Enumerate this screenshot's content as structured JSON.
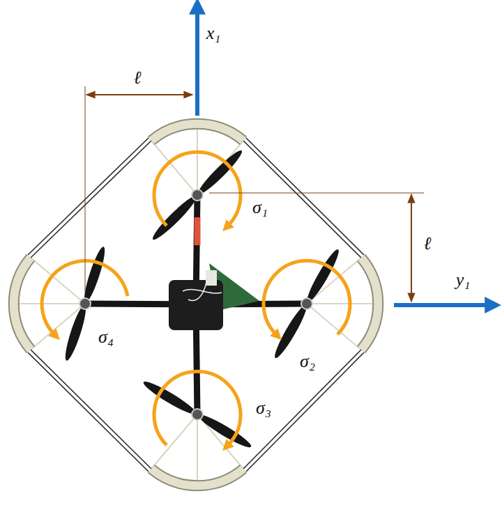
{
  "diagram": {
    "labels": [
      "x₁",
      "ℓ",
      "ℓ",
      "σ₁",
      "y₁",
      "σ₄",
      "σ₂",
      "σ₃"
    ]
  }
}
